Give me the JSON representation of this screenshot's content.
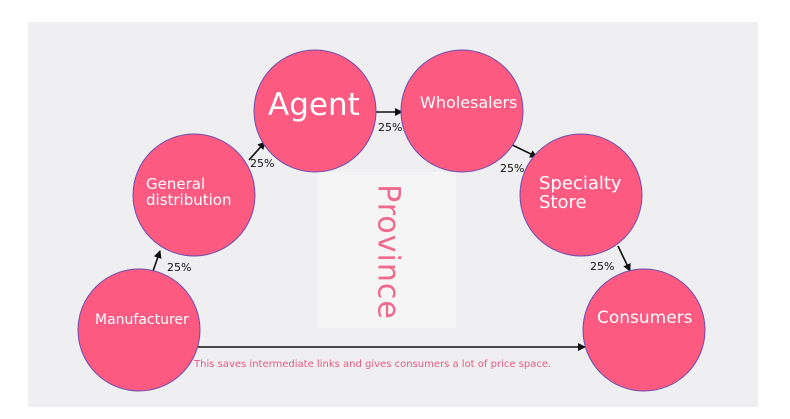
{
  "colors": {
    "node_fill": "#fd5a82",
    "node_outline": "#6b4cb0",
    "arrow": "#111111",
    "province_text": "#f06a8e",
    "note_text": "#e85a80"
  },
  "nodes": {
    "manufacturer": "Manufacturer",
    "general_distribution": [
      "General",
      "distribution"
    ],
    "agent": "Agent",
    "wholesalers": "Wholesalers",
    "specialty_store": [
      "Specialty",
      "Store"
    ],
    "consumers": "Consumers"
  },
  "edges": {
    "manufacturer_to_general": "25%",
    "general_to_agent": "25%",
    "agent_to_wholesalers": "25%",
    "wholesalers_to_specialty": "25%",
    "specialty_to_consumers": "25%"
  },
  "province_label": "Province",
  "note": "This saves intermediate links and gives consumers a lot of price space."
}
